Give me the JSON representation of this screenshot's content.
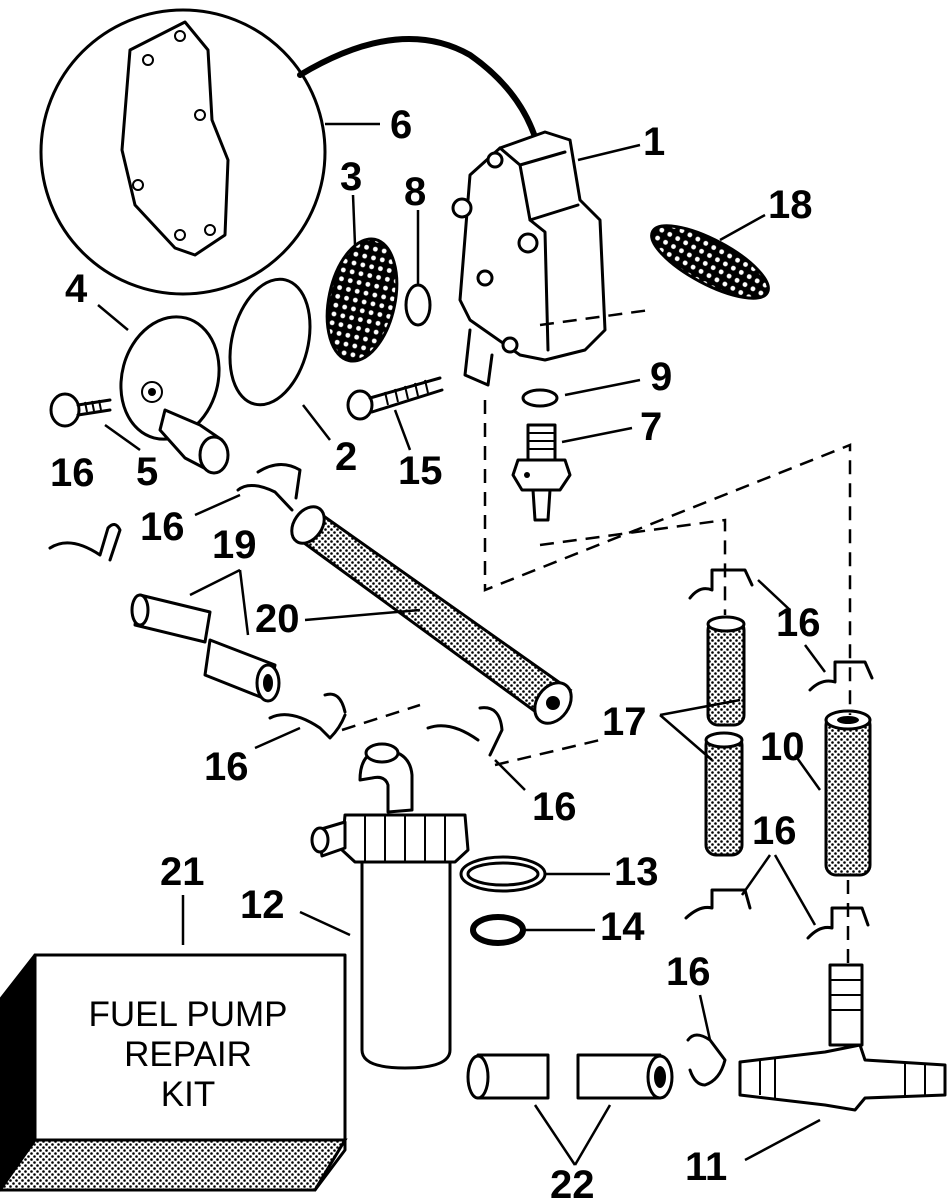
{
  "callouts": [
    "1",
    "2",
    "3",
    "4",
    "5",
    "6",
    "7",
    "8",
    "9",
    "10",
    "11",
    "12",
    "13",
    "14",
    "15",
    "16",
    "17",
    "18",
    "19",
    "20",
    "21",
    "22"
  ],
  "kit_label": [
    "FUEL PUMP",
    "REPAIR",
    "KIT"
  ]
}
